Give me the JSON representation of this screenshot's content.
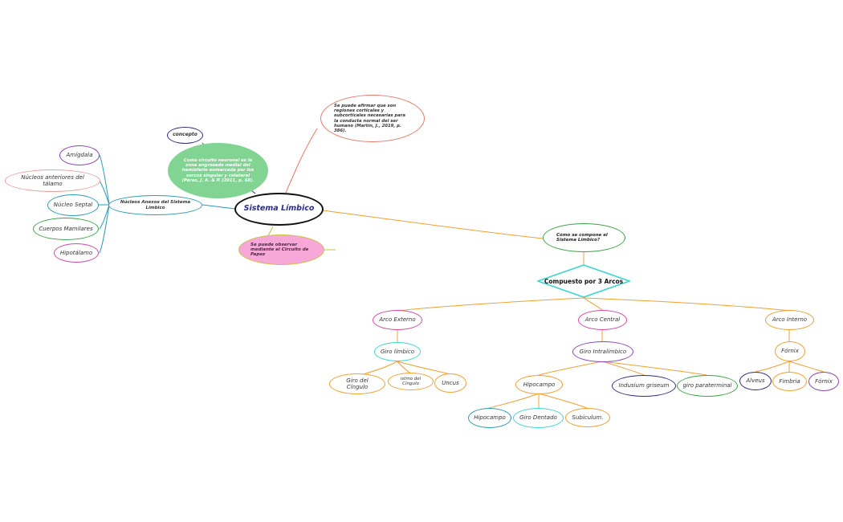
{
  "colors": {
    "central_border": "#111111",
    "central_text": "#2a2a9a",
    "blue": "#2b9bb0",
    "orange": "#f0a032",
    "red": "#e8786a",
    "green": "#3aa04a",
    "purple": "#8a46b4",
    "cyan": "#3dd6d0",
    "pink": "#d44aa0",
    "mint": "#82d492",
    "navy": "#2d2d7a"
  },
  "central": {
    "label": "Sistema Límbico"
  },
  "concept": {
    "label": "concepto"
  },
  "definition": {
    "text": "Como circuito neuronal es la zona engrosada medial del hemisferio enmarcada por los surcos singular y colateral (Pérez, J. A. & P. (2011, p. 68)."
  },
  "regions_note": {
    "text": "Se puede afirmar que son regiones corticales y subcorticales necesarias para la conducta normal del ser humano (Martín, J., 2019, p. 386)."
  },
  "papez_note": {
    "text": "Se puede observar mediante el Circuito de Papez"
  },
  "nuclei": {
    "hub_label": "Núcleos Anexos del Sistema Límbico",
    "items": [
      "Amígdala",
      "Núcleos anteriores del tálamo",
      "Núcleo Septal",
      "Cuerpos Mamilares",
      "Hipotálamo"
    ]
  },
  "composition": {
    "question": "Cómo se compone el Sistema Límbico?",
    "answer": "Compuesto por 3 Arcos"
  },
  "arcs": {
    "external": {
      "label": "Arco Externo",
      "sub": "Giro límbico",
      "children": [
        "Giro del Cíngulo",
        "istmo del Cíngulo",
        "Uncus"
      ]
    },
    "central": {
      "label": "Arco Central",
      "sub": "Giro Intralímbico",
      "children": [
        "Hipocampo",
        "Indusium griseum",
        "giro paraterminal"
      ],
      "hippocampus_children": [
        "Hipocampo",
        "Giro Dentado",
        "Subiculum."
      ]
    },
    "internal": {
      "label": "Arco Interno",
      "sub": "Fórnix",
      "children": [
        "Alveus",
        "Fimbria",
        "Fórnix"
      ]
    }
  }
}
